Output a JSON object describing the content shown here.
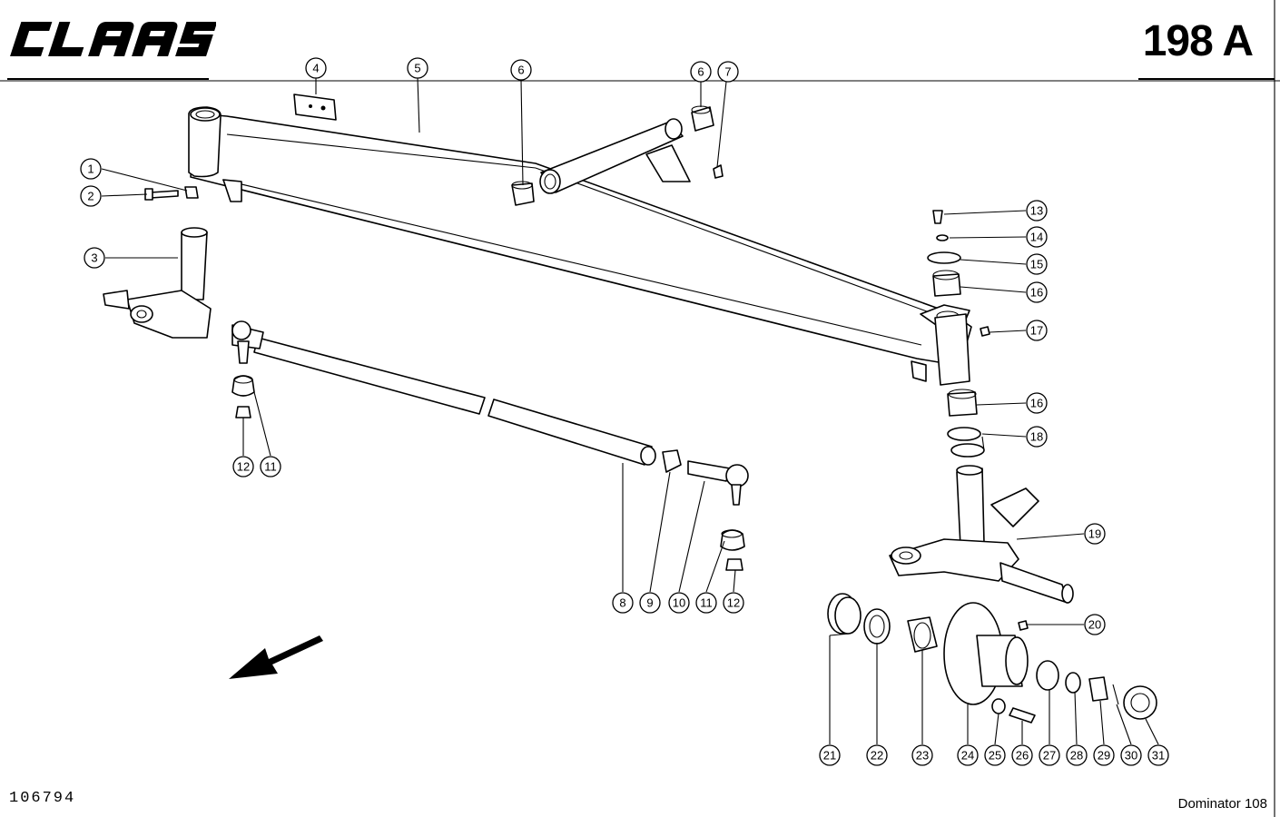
{
  "header": {
    "brand": "CLAAS",
    "page_code": "198 A"
  },
  "footer": {
    "drawing_number": "106794",
    "model": "Dominator 108"
  },
  "callouts": [
    "1",
    "2",
    "3",
    "4",
    "5",
    "6",
    "6",
    "7",
    "8",
    "9",
    "10",
    "11",
    "12",
    "11",
    "12",
    "13",
    "14",
    "15",
    "16",
    "17",
    "16",
    "18",
    "19",
    "20",
    "21",
    "22",
    "23",
    "24",
    "25",
    "26",
    "27",
    "28",
    "29",
    "30",
    "31"
  ],
  "icons": [
    "direction-arrow-icon"
  ]
}
